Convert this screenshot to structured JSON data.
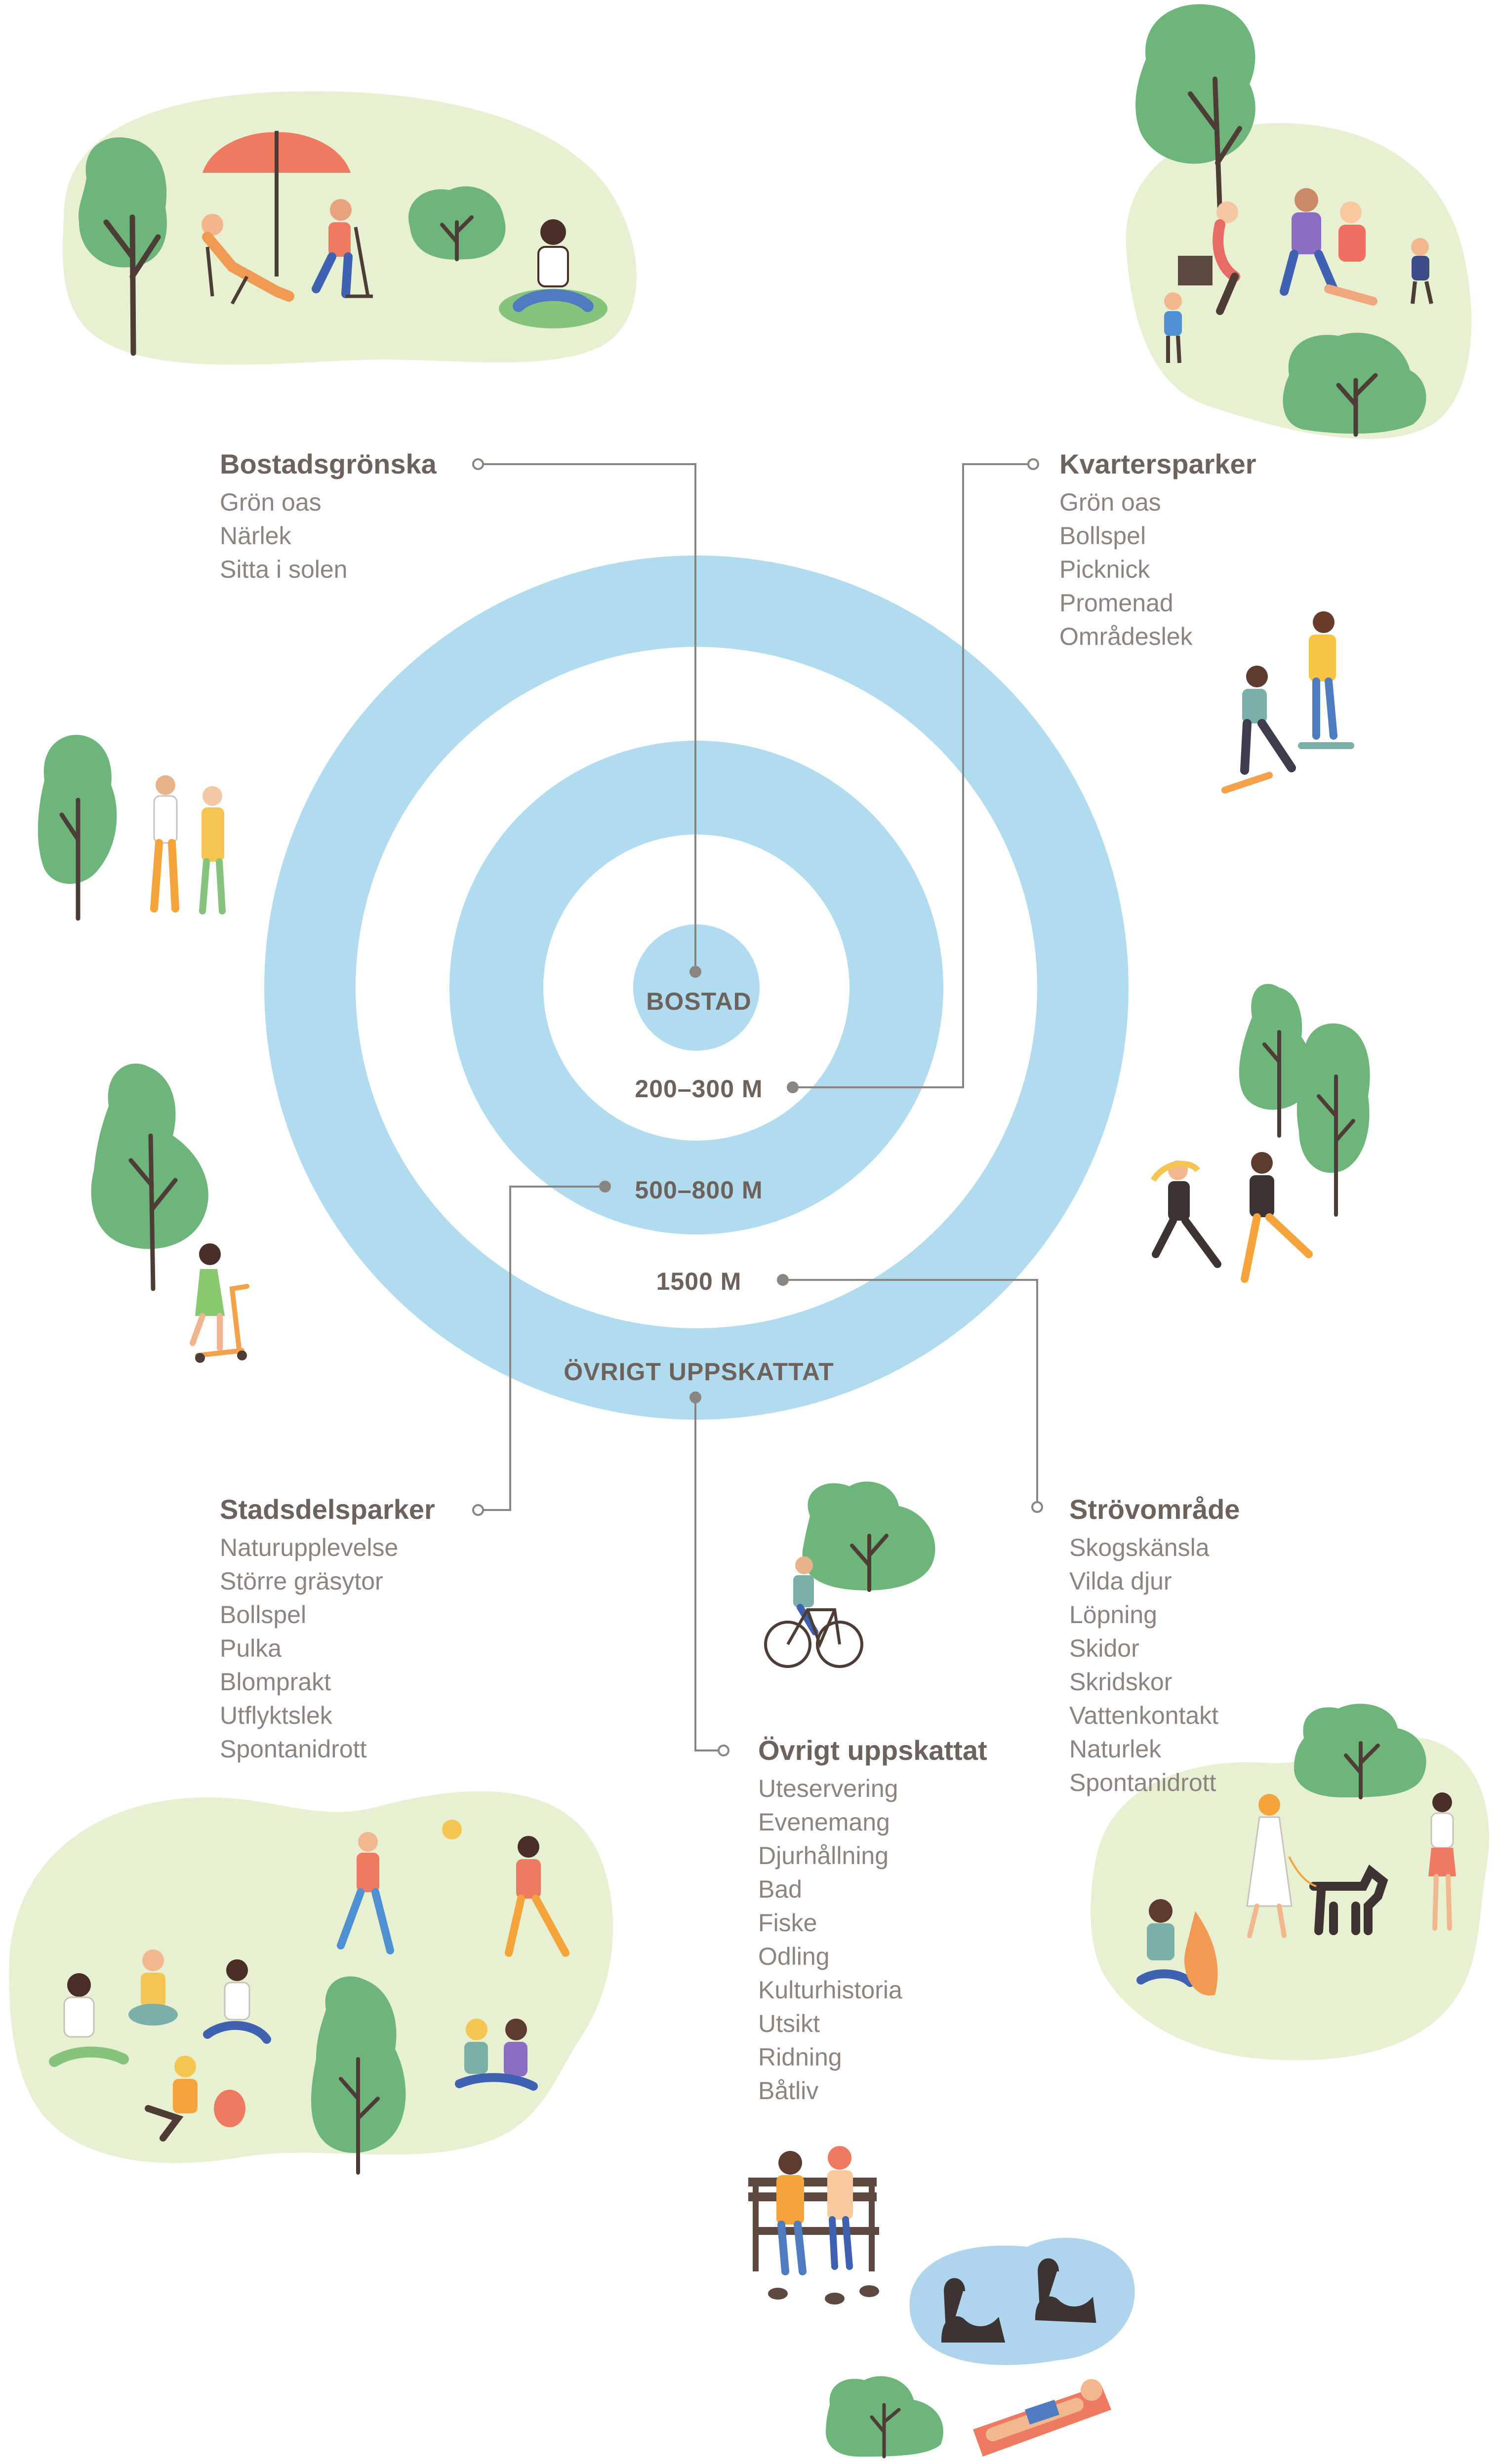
{
  "rings": {
    "center": "BOSTAD",
    "r1": "200–300 M",
    "r2": "500–800 M",
    "r3": "1500 M",
    "outer": "ÖVRIGT UPPSKATTAT"
  },
  "colors": {
    "ring_blue": "#b1dbef",
    "meadow": "#e8f0d2",
    "tree_green": "#6db57a",
    "line_gray": "#8b8581",
    "title_text": "#6e625c",
    "body_text": "#8d8480",
    "pond_blue": "#aed4ee"
  },
  "categories": {
    "bostadsgronska": {
      "title": "Bostadsgrönska",
      "items": [
        "Grön oas",
        "Närlek",
        "Sitta i solen"
      ]
    },
    "kvartersparker": {
      "title": "Kvartersparker",
      "items": [
        "Grön oas",
        "Bollspel",
        "Picknick",
        "Promenad",
        "Områdeslek"
      ]
    },
    "stadsdelsparker": {
      "title": "Stadsdelsparker",
      "items": [
        "Naturupplevelse",
        "Större gräsytor",
        "Bollspel",
        "Pulka",
        "Blomprakt",
        "Utflyktslek",
        "Spontanidrott"
      ]
    },
    "strovomrade": {
      "title": "Strövområde",
      "items": [
        "Skogskänsla",
        "Vilda djur",
        "Löpning",
        "Skidor",
        "Skridskor",
        "Vattenkontakt",
        "Naturlek",
        "Spontanidrott"
      ]
    },
    "ovrigt": {
      "title": "Övrigt uppskattat",
      "items": [
        "Uteservering",
        "Evenemang",
        "Djurhållning",
        "Bad",
        "Fiske",
        "Odling",
        "Kulturhistoria",
        "Utsikt",
        "Ridning",
        "Båtliv"
      ]
    }
  },
  "icons": [
    "tree-icon",
    "umbrella-icon",
    "person-icon",
    "bicycle-icon",
    "swan-icon",
    "dog-icon",
    "bench-icon",
    "ball-icon",
    "skateboard-icon",
    "scooter-icon"
  ]
}
